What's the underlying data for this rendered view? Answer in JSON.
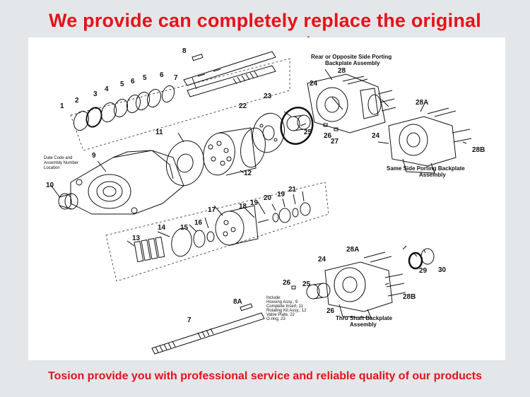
{
  "header": {
    "title": "We provide can completely replace the original components"
  },
  "footer": {
    "tagline": "Tosion provide you with professional service and reliable quality of our products"
  },
  "diagram": {
    "captions": {
      "rear_backplate": [
        "Rear or Opposite Side Porting",
        "Backplate Assembly"
      ],
      "same_side_backplate": [
        "Same Side Porting Backplate",
        "Assembly"
      ],
      "thru_shaft_backplate": [
        "Thru Shaft Backplate",
        "Assembly"
      ],
      "date_code": [
        "Date Code and",
        "Assembly Number",
        "Location"
      ],
      "include_note": [
        "Include:",
        "Housing Assy., 9",
        "Complete Insert, 11",
        "Rotating Kit Assy., 12",
        "Valve Plate, 22",
        "O-ring, 23"
      ]
    },
    "part_numbers": {
      "p1": "1",
      "p2": "2",
      "p3": "3",
      "p4": "4",
      "p5a": "5",
      "p5b": "5",
      "p6": "6",
      "p7a": "7",
      "p8": "8",
      "p9": "9",
      "p10": "10",
      "p11": "11",
      "p12": "12",
      "p13": "13",
      "p14": "14",
      "p15": "15",
      "p16": "16",
      "p17": "17",
      "p18": "18",
      "p19a": "19",
      "p19b": "19",
      "p20": "20",
      "p21": "21",
      "p22": "22",
      "p23": "23",
      "p24a": "24",
      "p24b": "24",
      "p24c": "24",
      "p25a": "25",
      "p25b": "25",
      "p26a": "26",
      "p26b": "26",
      "p26c": "26",
      "p27": "27",
      "p28": "28",
      "p28A1": "28A",
      "p28B1": "28B",
      "p28A2": "28A",
      "p28B2": "28B",
      "p29": "29",
      "p30": "30",
      "p8A": "8A",
      "p7b": "7"
    }
  },
  "colors": {
    "title_red": "#e8101a",
    "background": "#e3e7e9",
    "panel": "#ffffff",
    "ink": "#111111"
  }
}
